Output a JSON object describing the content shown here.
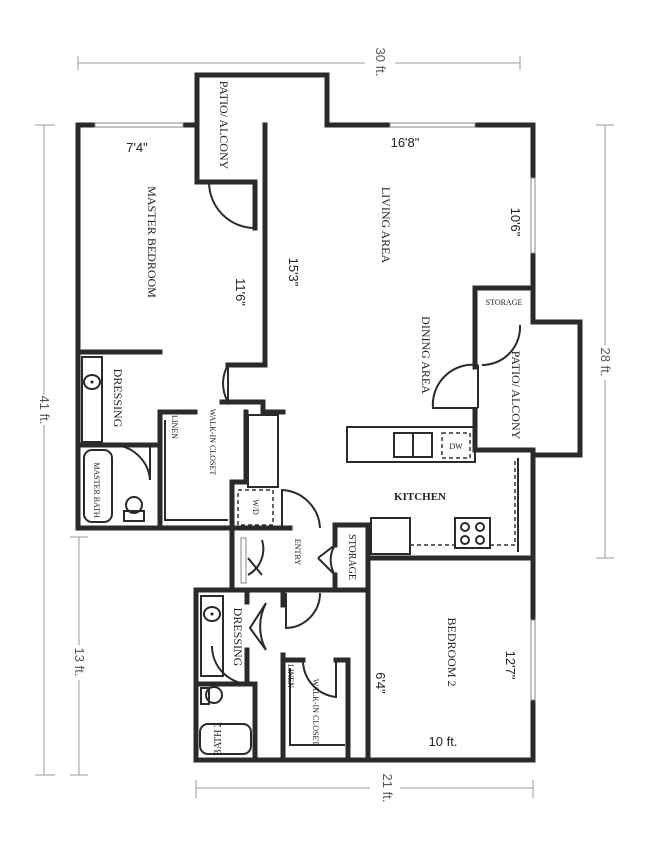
{
  "dimensions": {
    "overall_width": "30 ft.",
    "overall_depth": "41 ft.",
    "lower_depth": "13 ft.",
    "right_depth": "28 ft.",
    "lower_width": "21 ft."
  },
  "rooms": {
    "patio_top": "PATIO/ ALCONY",
    "master_bedroom": "MASTER BEDROOM",
    "master_bedroom_width": "7'4\"",
    "master_bedroom_length": "11'6\"",
    "living_area": "LIVING AREA",
    "living_width": "16'8\"",
    "living_length": "15'3\"",
    "living_depth": "10'6\"",
    "storage_right": "STORAGE",
    "dining_area": "DINING AREA",
    "patio_right": "PATIO/ ALCONY",
    "dressing_master": "DRESSING",
    "linen_master": "LINEN",
    "walkin_master": "WALK-IN CLOSET",
    "master_bath": "MASTER BATH",
    "washer_dryer": "W/D",
    "dishwasher": "DW",
    "kitchen": "KITCHEN",
    "entry": "ENTRY",
    "storage_entry": "STORAGE",
    "dressing_2": "DRESSING",
    "bedroom_2": "BEDROOM 2",
    "bedroom_2_length": "12'7\"",
    "bedroom_2_closet": "6'4\"",
    "bedroom_2_width": "10 ft.",
    "linen_2": "LINEN",
    "walkin_2": "WALK-IN CLOSET",
    "bath_2": "BATH 2"
  }
}
